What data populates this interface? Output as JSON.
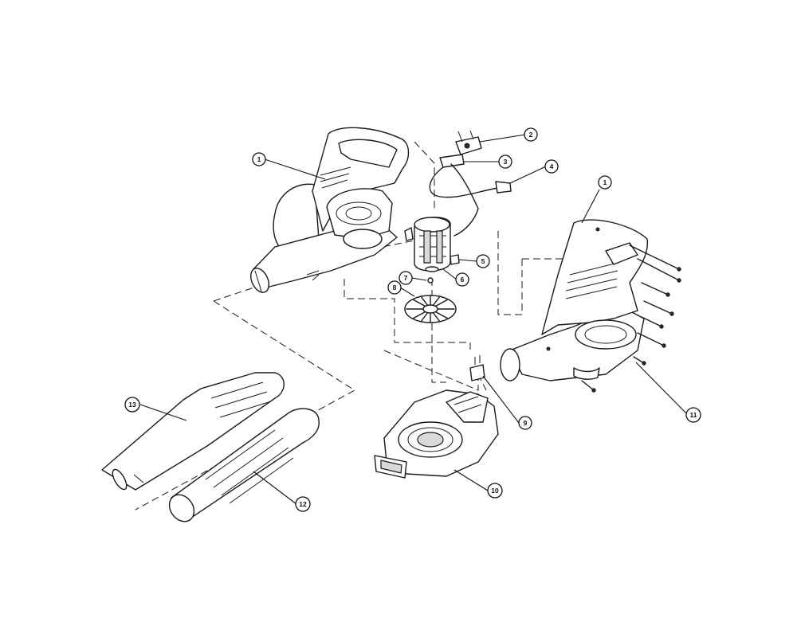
{
  "callouts": [
    {
      "id": "c1a",
      "label": "1"
    },
    {
      "id": "c2",
      "label": "2"
    },
    {
      "id": "c3",
      "label": "3"
    },
    {
      "id": "c4",
      "label": "4"
    },
    {
      "id": "c1b",
      "label": "1"
    },
    {
      "id": "c5",
      "label": "5"
    },
    {
      "id": "c6",
      "label": "6"
    },
    {
      "id": "c7",
      "label": "7"
    },
    {
      "id": "c8",
      "label": "8"
    },
    {
      "id": "c9",
      "label": "9"
    },
    {
      "id": "c10",
      "label": "10"
    },
    {
      "id": "c11",
      "label": "11"
    },
    {
      "id": "c12",
      "label": "12"
    },
    {
      "id": "c13",
      "label": "13"
    }
  ]
}
